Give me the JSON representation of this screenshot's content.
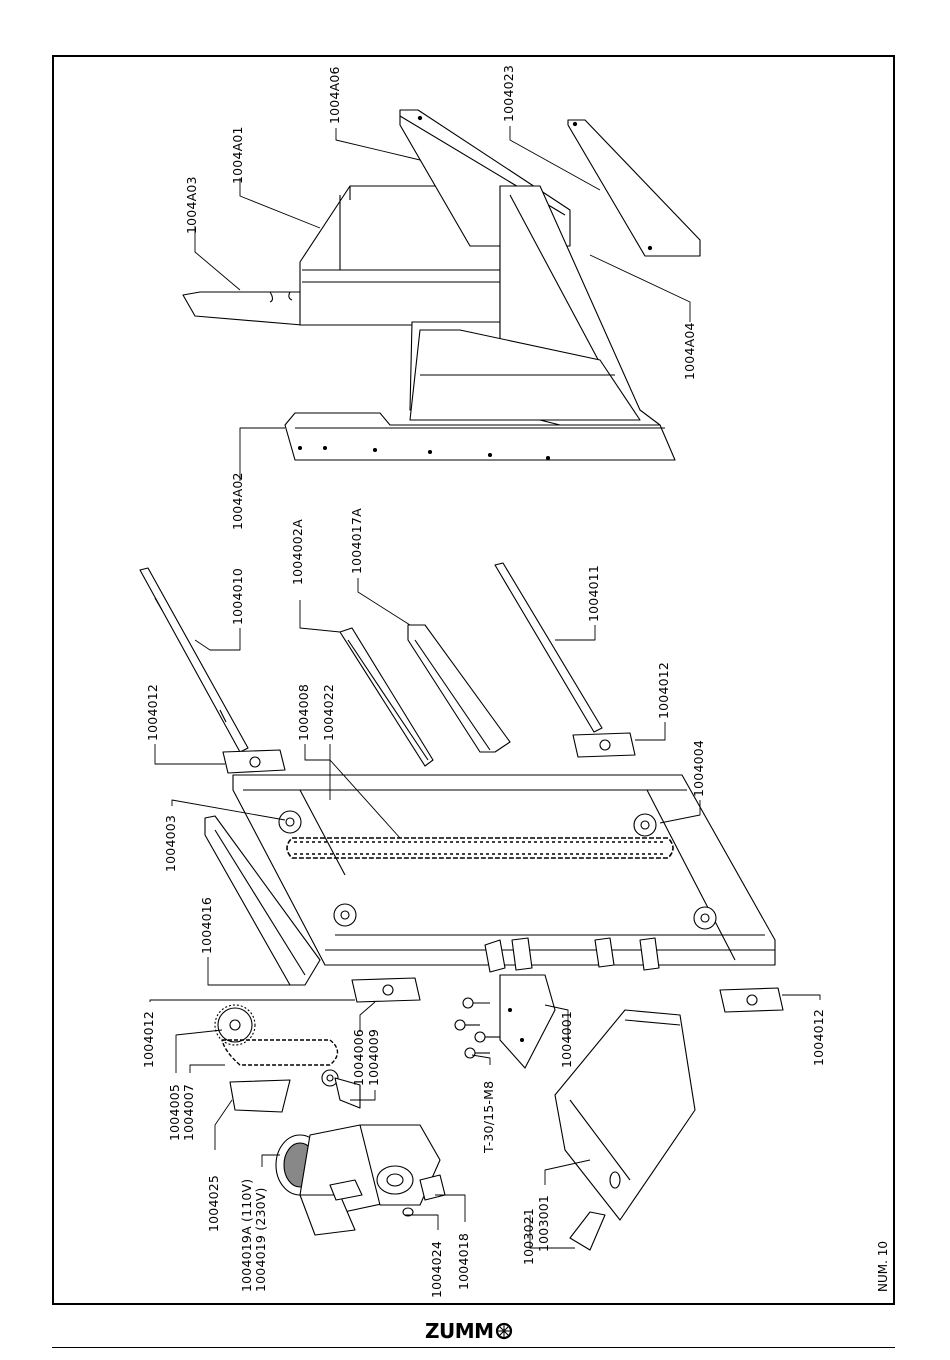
{
  "page": {
    "number_label": "NUM. 10",
    "brand": "ZUMM"
  },
  "parts": [
    {
      "id": "p1004A03",
      "label": "1004A03"
    },
    {
      "id": "p1004A01",
      "label": "1004A01"
    },
    {
      "id": "p1004A06",
      "label": "1004A06"
    },
    {
      "id": "p1004023",
      "label": "1004023"
    },
    {
      "id": "p1004A04",
      "label": "1004A04"
    },
    {
      "id": "p1004A02",
      "label": "1004A02"
    },
    {
      "id": "p1004010",
      "label": "1004010"
    },
    {
      "id": "p1004002A",
      "label": "1004002A"
    },
    {
      "id": "p1004017A",
      "label": "1004017A"
    },
    {
      "id": "p1004011",
      "label": "1004011"
    },
    {
      "id": "p1004012a",
      "label": "1004012"
    },
    {
      "id": "p1004008",
      "label": "1004008"
    },
    {
      "id": "p1004022",
      "label": "1004022"
    },
    {
      "id": "p1004012b",
      "label": "1004012"
    },
    {
      "id": "p1004003",
      "label": "1004003"
    },
    {
      "id": "p1004004",
      "label": "1004004"
    },
    {
      "id": "p1004016",
      "label": "1004016"
    },
    {
      "id": "p1004012c",
      "label": "1004012"
    },
    {
      "id": "p1004006",
      "label": "1004006"
    },
    {
      "id": "p1004009",
      "label": "1004009"
    },
    {
      "id": "p1004001",
      "label": "1004001"
    },
    {
      "id": "p1004012d",
      "label": "1004012"
    },
    {
      "id": "p1004005",
      "label": "1004005"
    },
    {
      "id": "p1004007",
      "label": "1004007"
    },
    {
      "id": "p1004025",
      "label": "1004025"
    },
    {
      "id": "pT30",
      "label": "T-30/15-M8"
    },
    {
      "id": "p1004019A",
      "label": "1004019A  (110V)"
    },
    {
      "id": "p1004019",
      "label": "1004019  (230V)"
    },
    {
      "id": "p1004024",
      "label": "1004024"
    },
    {
      "id": "p1004018",
      "label": "1004018"
    },
    {
      "id": "p1003021",
      "label": "1003021"
    },
    {
      "id": "p1003001",
      "label": "1003001"
    }
  ]
}
